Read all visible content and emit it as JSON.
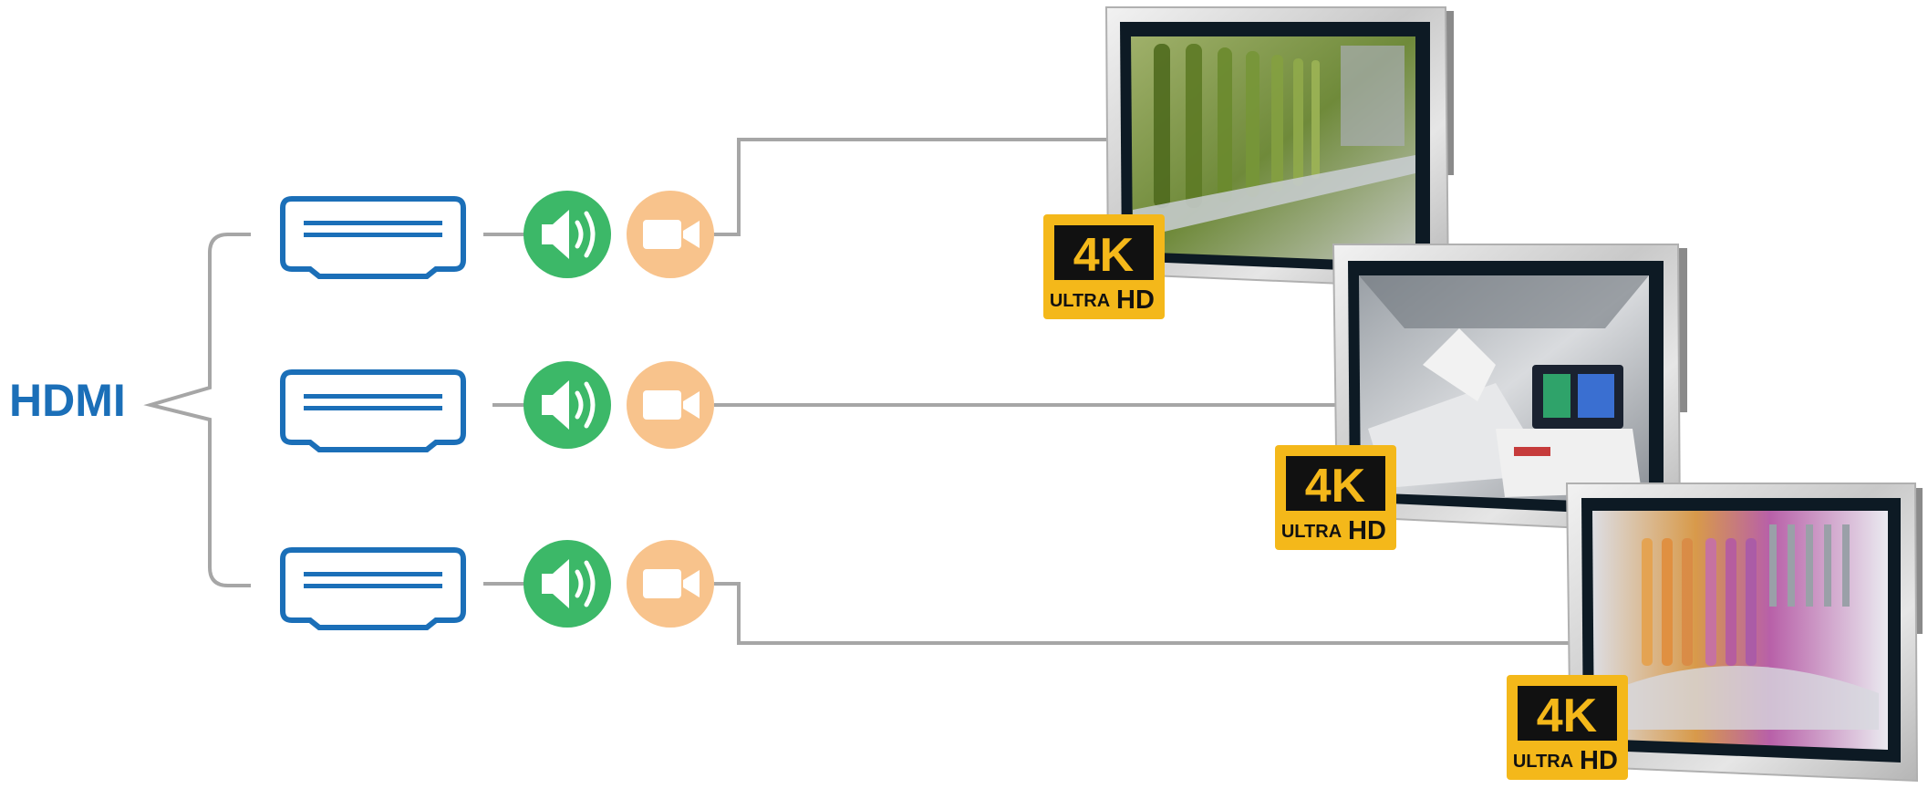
{
  "diagram": {
    "source_label": "HDMI",
    "badge": {
      "main": "4K",
      "ultra": "ULTRA",
      "hd": "HD"
    },
    "colors": {
      "brand_blue": "#1b6fb8",
      "audio_green": "#3cb868",
      "video_orange": "#f8c38c",
      "badge_gold": "#f4b81a",
      "badge_black": "#111111",
      "connector_line": "#a6a6a6"
    },
    "channels": [
      {
        "id": "channel-1",
        "connector_icon": "hdmi-port-icon",
        "audio_icon": "speaker-icon",
        "video_icon": "video-camera-icon",
        "display": "bottling-line-display"
      },
      {
        "id": "channel-2",
        "connector_icon": "hdmi-port-icon",
        "audio_icon": "speaker-icon",
        "video_icon": "video-camera-icon",
        "display": "robotic-factory-display"
      },
      {
        "id": "channel-3",
        "connector_icon": "hdmi-port-icon",
        "audio_icon": "speaker-icon",
        "video_icon": "video-camera-icon",
        "display": "pharma-vials-display"
      }
    ]
  }
}
